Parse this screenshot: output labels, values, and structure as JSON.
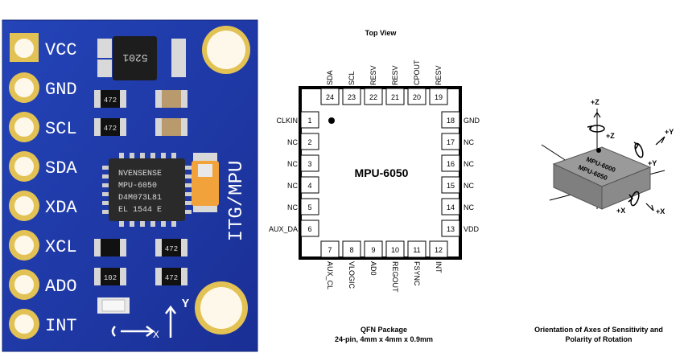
{
  "board": {
    "pin_labels": [
      "VCC",
      "GND",
      "SCL",
      "SDA",
      "XDA",
      "XCL",
      "ADO",
      "INT"
    ],
    "chip_lines": [
      "NVENSENSE",
      "MPU-6050",
      "D4M073L81",
      "EL 1544 E"
    ],
    "vreg_marking": "5201",
    "resistor_markings": [
      "472",
      "472",
      "472",
      "472"
    ],
    "bottom_res_marking": "102",
    "side_text": "ITG/MPU",
    "axis_x": "X",
    "axis_y": "Y",
    "colors": {
      "pcb": "#1f3aa8",
      "chip": "#2a2a2a",
      "tantalum": "#f2a23a",
      "gold": "#e8c35c"
    }
  },
  "pinout": {
    "top_view_label": "Top View",
    "chip_name": "MPU-6050",
    "package_line1": "QFN Package",
    "package_line2": "24-pin, 4mm x 4mm x 0.9mm",
    "top_pins": [
      {
        "num": "24",
        "name": "SDA"
      },
      {
        "num": "23",
        "name": "SCL"
      },
      {
        "num": "22",
        "name": "RESV"
      },
      {
        "num": "21",
        "name": "RESV"
      },
      {
        "num": "20",
        "name": "CPOUT"
      },
      {
        "num": "19",
        "name": "RESV"
      }
    ],
    "left_pins": [
      {
        "num": "1",
        "name": "CLKIN"
      },
      {
        "num": "2",
        "name": "NC"
      },
      {
        "num": "3",
        "name": "NC"
      },
      {
        "num": "4",
        "name": "NC"
      },
      {
        "num": "5",
        "name": "NC"
      },
      {
        "num": "6",
        "name": "AUX_DA"
      }
    ],
    "right_pins": [
      {
        "num": "18",
        "name": "GND"
      },
      {
        "num": "17",
        "name": "NC"
      },
      {
        "num": "16",
        "name": "NC"
      },
      {
        "num": "15",
        "name": "NC"
      },
      {
        "num": "14",
        "name": "NC"
      },
      {
        "num": "13",
        "name": "VDD"
      }
    ],
    "bottom_pins": [
      {
        "num": "7",
        "name": "AUX_CL"
      },
      {
        "num": "8",
        "name": "VLOGIC"
      },
      {
        "num": "9",
        "name": "AD0"
      },
      {
        "num": "10",
        "name": "REGOUT"
      },
      {
        "num": "11",
        "name": "FSYNC"
      },
      {
        "num": "12",
        "name": "INT"
      }
    ]
  },
  "axes": {
    "chip_label_1": "MPU-6000",
    "chip_label_2": "MPU-6050",
    "z_axis": "+Z",
    "y_axis": "+Y",
    "x_axis": "+X",
    "caption_line1": "Orientation of Axes of Sensitivity and",
    "caption_line2": "Polarity of Rotation"
  }
}
